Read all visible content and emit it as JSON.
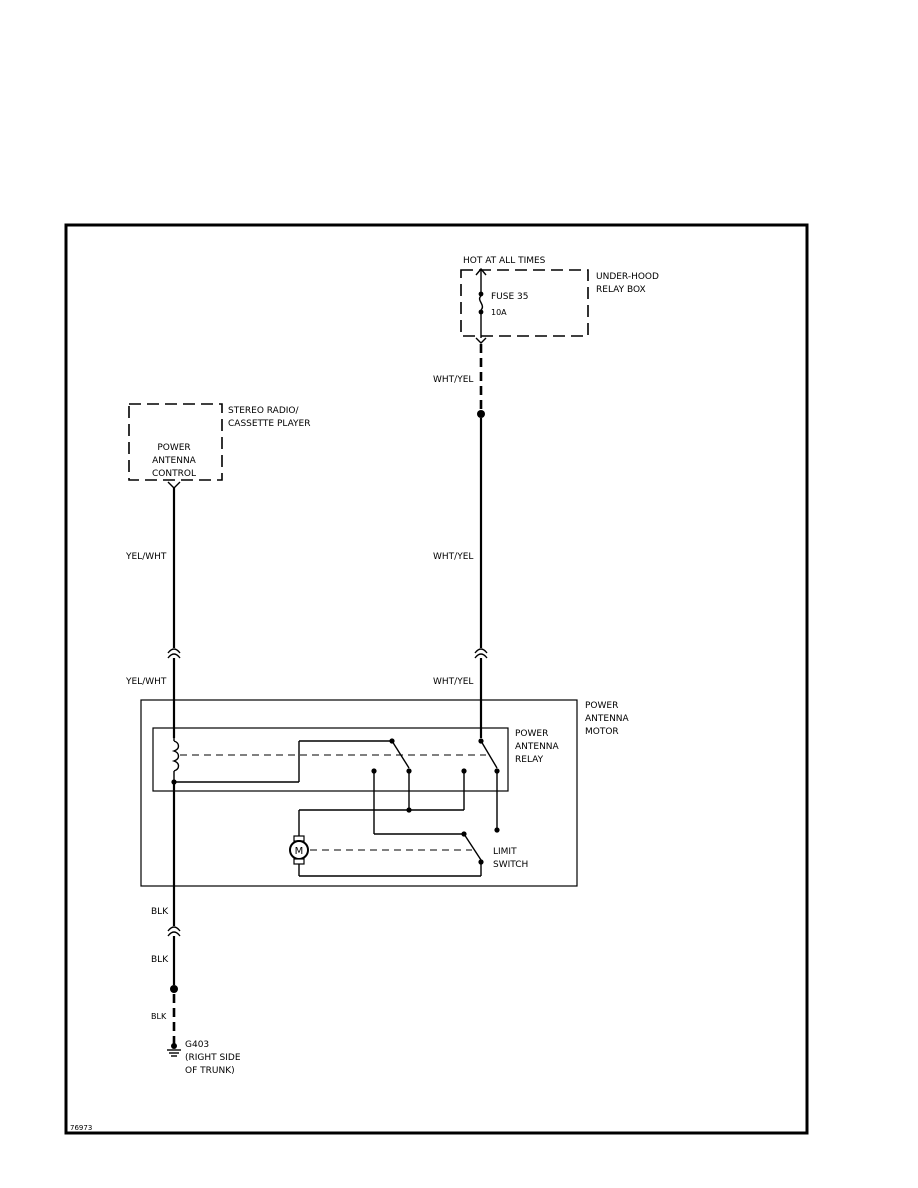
{
  "labels": {
    "hot_at_all_times": "HOT AT ALL TIMES",
    "under_hood_1": "UNDER-HOOD",
    "under_hood_2": "RELAY BOX",
    "fuse_name": "FUSE 35",
    "fuse_rating": "10A",
    "stereo_1": "STEREO RADIO/",
    "stereo_2": "CASSETTE PLAYER",
    "control_1": "POWER",
    "control_2": "ANTENNA",
    "control_3": "CONTROL",
    "motor_1": "POWER",
    "motor_2": "ANTENNA",
    "motor_3": "MOTOR",
    "relay_1": "POWER",
    "relay_2": "ANTENNA",
    "relay_3": "RELAY",
    "limit_1": "LIMIT",
    "limit_2": "SWITCH",
    "motor_symbol": "M",
    "ground_1": "G403",
    "ground_2": "(RIGHT SIDE",
    "ground_3": "OF TRUNK)",
    "figure_id": "76973"
  },
  "wires": {
    "wht_yel_1": "WHT/YEL",
    "wht_yel_2": "WHT/YEL",
    "wht_yel_3": "WHT/YEL",
    "yel_wht_1": "YEL/WHT",
    "yel_wht_2": "YEL/WHT",
    "blk_1": "BLK",
    "blk_2": "BLK",
    "blk_3": "BLK"
  }
}
